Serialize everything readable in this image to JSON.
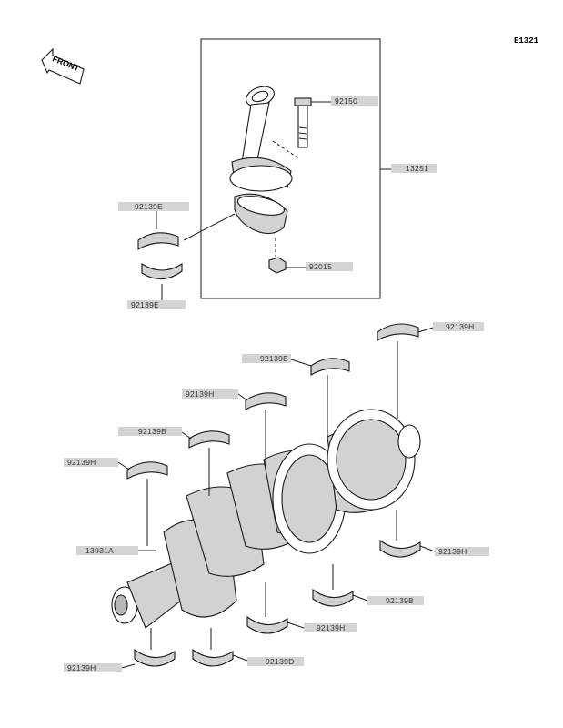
{
  "diagram": {
    "code": "E1321",
    "front_label": "FRONT",
    "labels": [
      {
        "id": "bolt",
        "text": "92150"
      },
      {
        "id": "conrod-assy",
        "text": "13251"
      },
      {
        "id": "bearing-upper-left",
        "text": "92139E"
      },
      {
        "id": "bearing-lower-left",
        "text": "92139E"
      },
      {
        "id": "nut",
        "text": "92015"
      },
      {
        "id": "bearing-top-right",
        "text": "92139H"
      },
      {
        "id": "bearing-b-upper",
        "text": "92139B"
      },
      {
        "id": "bearing-h-mid",
        "text": "92139H"
      },
      {
        "id": "bearing-b-mid",
        "text": "92139B"
      },
      {
        "id": "bearing-h-left",
        "text": "92139H"
      },
      {
        "id": "crankshaft",
        "text": "13031A"
      },
      {
        "id": "bearing-h-lower-right",
        "text": "92139H"
      },
      {
        "id": "bearing-b-lower-right",
        "text": "92139B"
      },
      {
        "id": "bearing-h-bottom-mid",
        "text": "92139H"
      },
      {
        "id": "bearing-h-bottom-left",
        "text": "92139H"
      },
      {
        "id": "bearing-d-bottom",
        "text": "92139D"
      }
    ]
  }
}
